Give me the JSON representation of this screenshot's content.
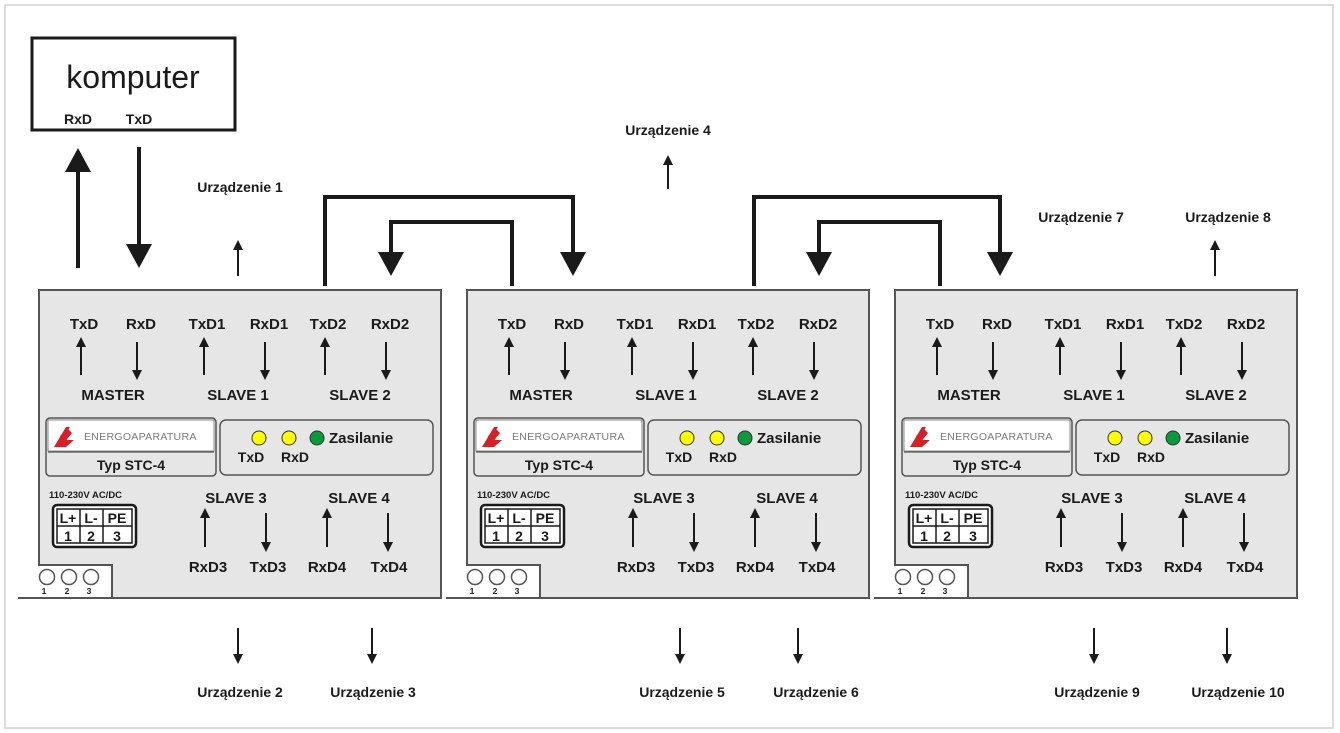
{
  "computer": {
    "title": "komputer",
    "rx": "RxD",
    "tx": "TxD"
  },
  "devices": {
    "d1": "Urządzenie 1",
    "d2": "Urządzenie 2",
    "d3": "Urządzenie 3",
    "d4": "Urządzenie 4",
    "d5": "Urządzenie 5",
    "d6": "Urządzenie 6",
    "d7": "Urządzenie 7",
    "d8": "Urządzenie 8",
    "d9": "Urządzenie 9",
    "d10": "Urządzenie 10"
  },
  "module": {
    "ports_top": [
      "TxD",
      "RxD",
      "TxD1",
      "RxD1",
      "TxD2",
      "RxD2"
    ],
    "groups_top": [
      "MASTER",
      "SLAVE 1",
      "SLAVE 2"
    ],
    "brand": "ENERGOAPARATURA",
    "type": "Typ STC-4",
    "power_label": "Zasilanie",
    "led_tx": "TxD",
    "led_rx": "RxD",
    "voltage": "110-230V AC/DC",
    "terminal_names": [
      "L+",
      "L-",
      "PE"
    ],
    "terminal_nums": [
      "1",
      "2",
      "3"
    ],
    "groups_bottom": [
      "SLAVE 3",
      "SLAVE 4"
    ],
    "ports_bottom": [
      "RxD3",
      "TxD3",
      "RxD4",
      "TxD4"
    ],
    "screw_nums": [
      "1",
      "2",
      "3"
    ]
  },
  "colors": {
    "panel": "#e6e6e6",
    "led_yellow": "#ffff00",
    "led_green": "#0a9a3c",
    "logo_red": "#d62027"
  }
}
